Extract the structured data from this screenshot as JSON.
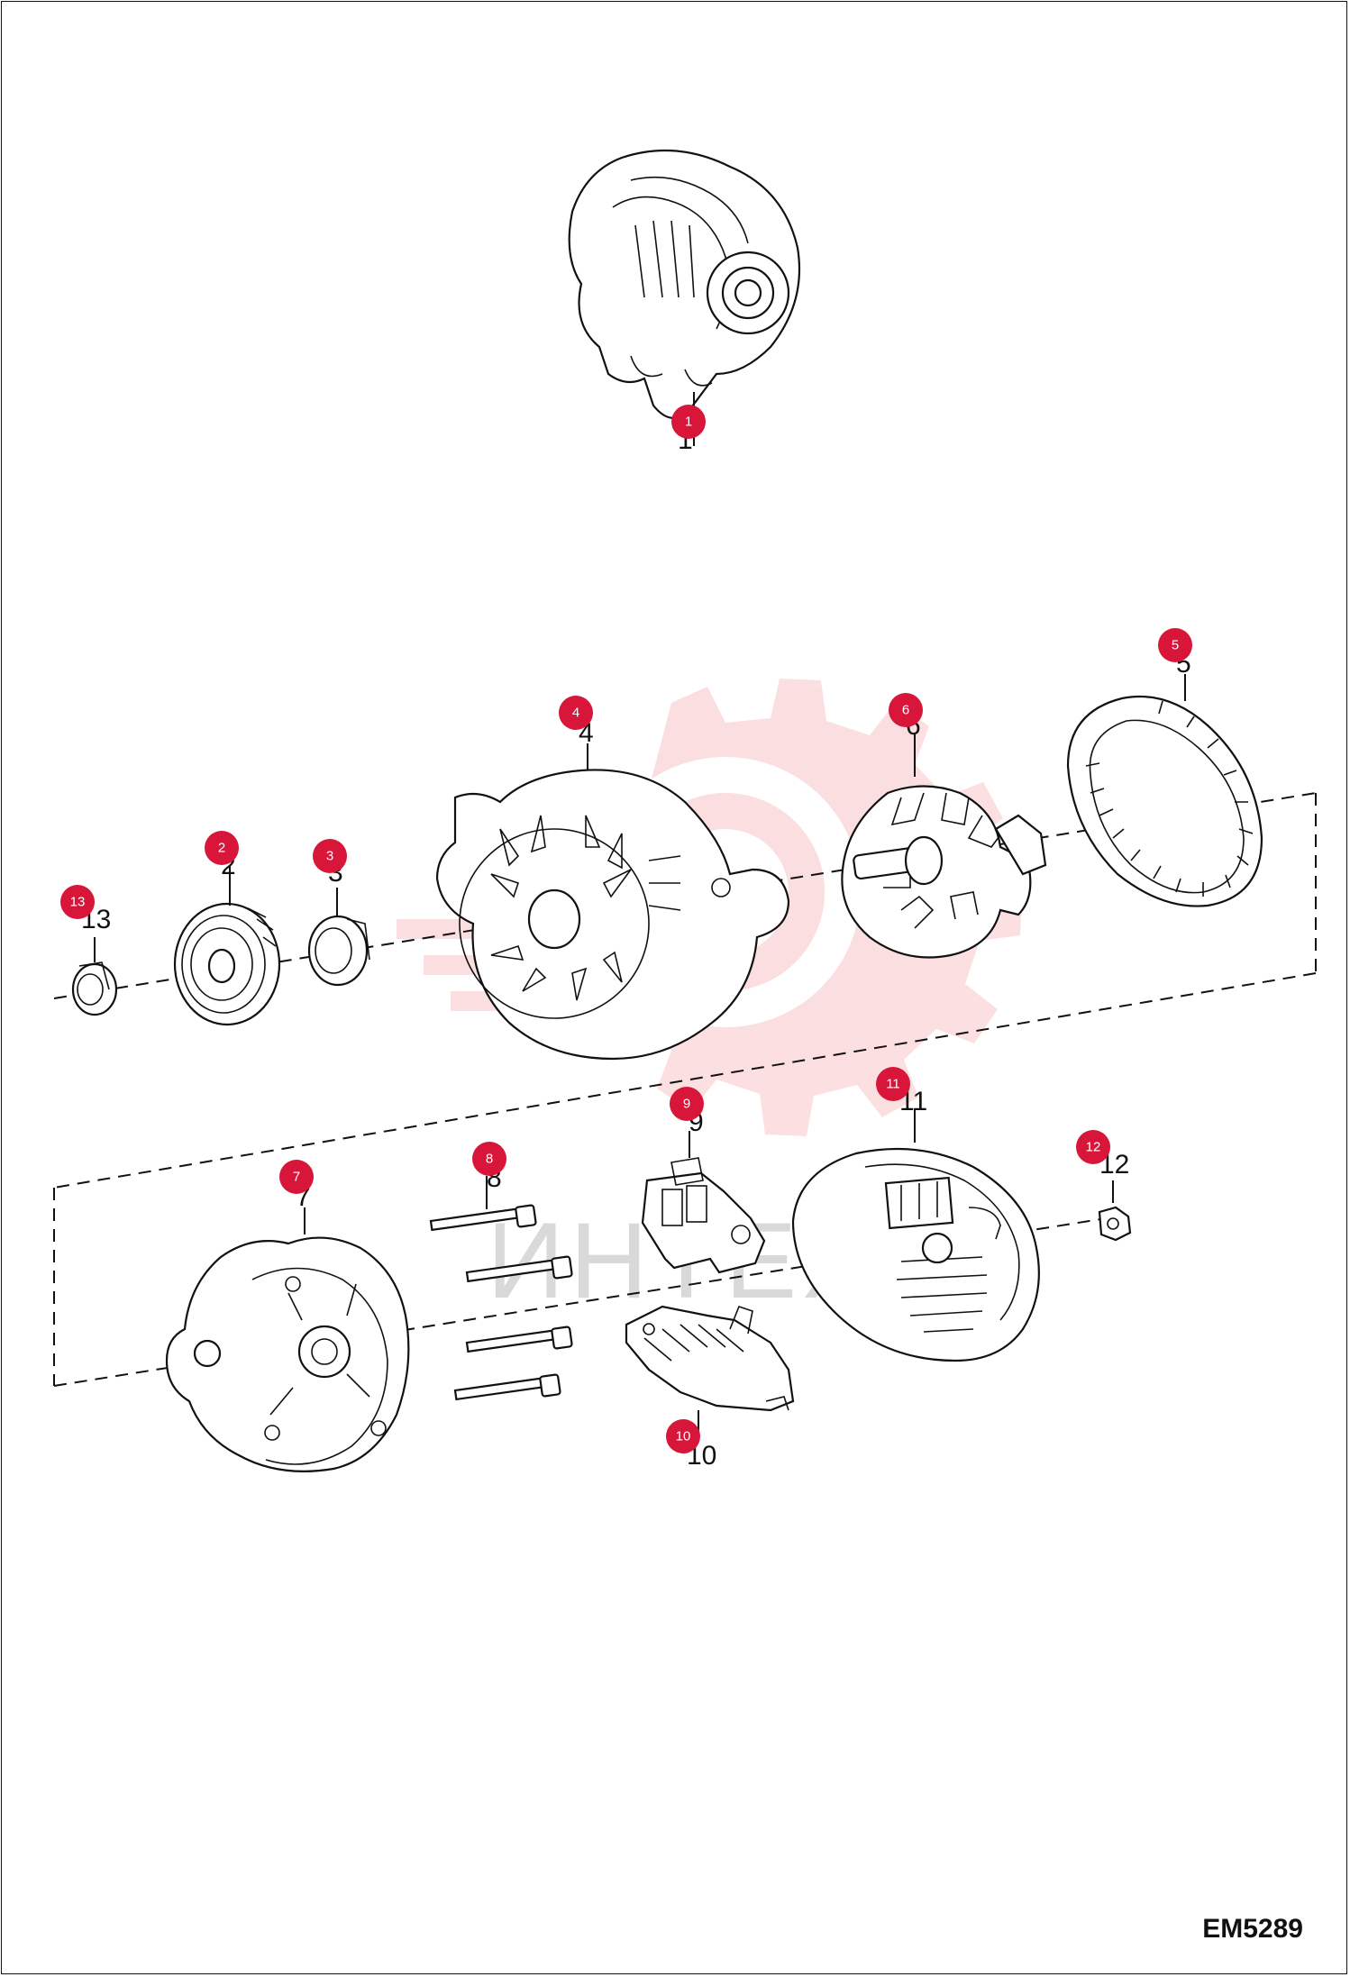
{
  "doc_code": "EM5289",
  "watermark": {
    "text": "ИНТЕХ",
    "color": "#e8202c"
  },
  "accent_color": "#d8163a",
  "callouts": [
    {
      "id": "1",
      "label": "1"
    },
    {
      "id": "2",
      "label": "2"
    },
    {
      "id": "3",
      "label": "3"
    },
    {
      "id": "4",
      "label": "4"
    },
    {
      "id": "5",
      "label": "5"
    },
    {
      "id": "6",
      "label": "6"
    },
    {
      "id": "7",
      "label": "7"
    },
    {
      "id": "8",
      "label": "8"
    },
    {
      "id": "9",
      "label": "9"
    },
    {
      "id": "10",
      "label": "10"
    },
    {
      "id": "11",
      "label": "11"
    },
    {
      "id": "12",
      "label": "12"
    },
    {
      "id": "13",
      "label": "13"
    }
  ]
}
